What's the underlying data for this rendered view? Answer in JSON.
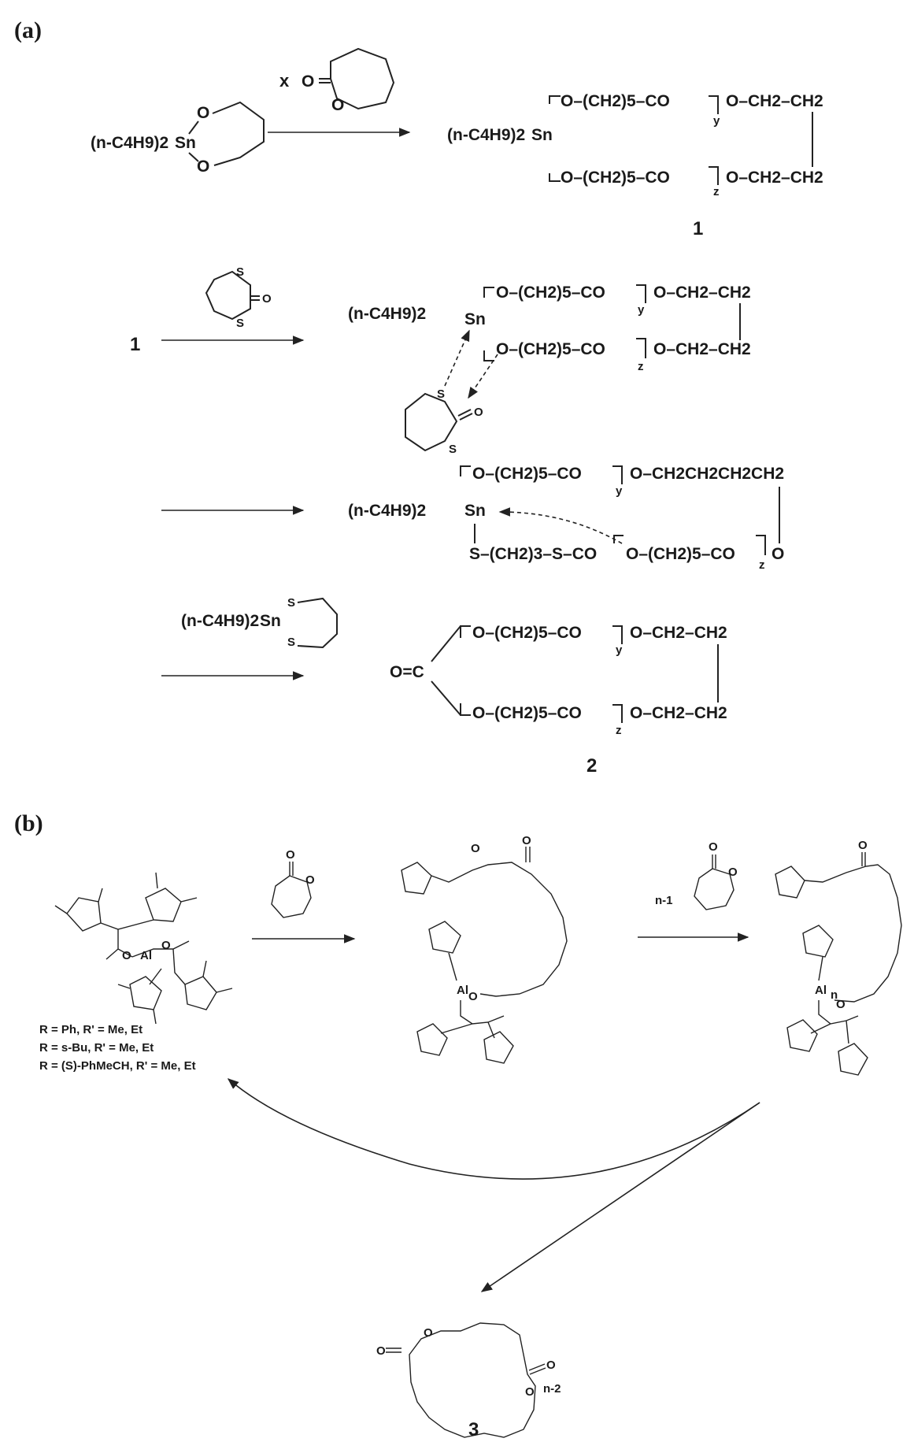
{
  "panels": {
    "a": "(a)",
    "b": "(b)"
  },
  "compounds": {
    "c1": "1",
    "c1_reagent": "1",
    "c2": "2",
    "c3": "3"
  },
  "labels": {
    "multiplier_x": "x",
    "catalyst_prefix": "(n-C4H9)2",
    "sn": "Sn",
    "o": "O",
    "s": "S",
    "carbonyl_c": "O=C",
    "y": "y",
    "z": "z",
    "chain_mid": "O–(CH2)5–CO",
    "chain_end": "O–CH2–CH2",
    "chain_long": "O–CH2CH2CH2CH2",
    "thio_chain": "S–(CH2)3–S–CO",
    "chain_ring": "O–(CH2)5–CO",
    "n_minus_1": "n-1",
    "n_minus_2": "n-2",
    "al": "Al",
    "n": "n"
  },
  "legend": [
    "R = Ph, R' = Me, Et",
    "R = s-Bu, R' = Me, Et",
    "R = (S)-PhMeCH, R' = Me, Et"
  ]
}
